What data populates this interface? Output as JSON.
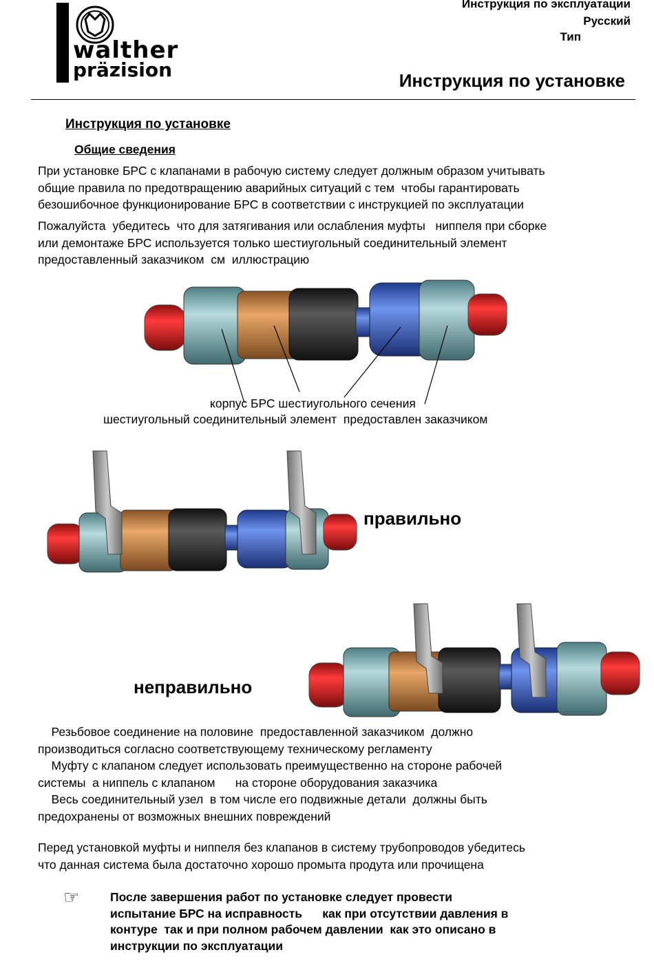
{
  "header": {
    "logo": {
      "line1": "walther",
      "line2": "präzision"
    },
    "doc_type": "Инструкция по эксплуатации",
    "language": "Русский",
    "type_label": "Тип",
    "page_title": "Инструкция по установке"
  },
  "section": {
    "heading": "Инструкция по установке",
    "subheading": "Общие сведения"
  },
  "paragraphs": {
    "p1": "При установке БРС с клапанами в рабочую систему следует должным образом учитывать\nобщие правила по предотвращению аварийных ситуаций с тем  чтобы гарантировать\nбезошибочное функционирование БРС в соответствии с инструкцией по эксплуатации",
    "p2": "Пожалуйста  убедитесь  что для затягивания или ослабления муфты   ниппеля при сборке\nили демонтаже БРС используется только шестиугольный соединительный элемент\nпредоставленный заказчиком  см  иллюстрацию",
    "p3": "    Резьбовое соединение на половине  предоставленной заказчиком  должно\nпроизводиться согласно соответствующему техническому регламенту\n    Муфту с клапаном следует использовать преимущественно на стороне рабочей\nсистемы  а ниппель с клапаном      на стороне оборудования заказчика\n    Весь соединительный узел  в том числе его подвижные детали  должны быть\nпредохранены от возможных внешних повреждений",
    "p4": "Перед установкой муфты и ниппеля без клапанов в систему трубопроводов убедитесь\nчто данная система была достаточно хорошо промыта продута или прочищена"
  },
  "figure": {
    "caption1": "корпус БРС шестиугольного сечения",
    "caption2": "шестиугольный соединительный элемент  предоставлен заказчиком",
    "correct_label": "правильно",
    "incorrect_label": "неправильно"
  },
  "note": {
    "icon": "pointing-hand-icon",
    "text": "После завершения работ по установке следует провести\nиспытание БРС на исправность      как при отсутствии давления в\nконтуре  так и при полном рабочем давлении  как это описано в\nинструкции по эксплуатации"
  },
  "colors": {
    "cap_red": "#d81e1e",
    "hex_teal": "#7fb0b4",
    "body_orange": "#c8844a",
    "ring_black": "#2b2b2b",
    "nipple_blue": "#3a62c6",
    "wrench_gray": "#9a9a9a"
  }
}
